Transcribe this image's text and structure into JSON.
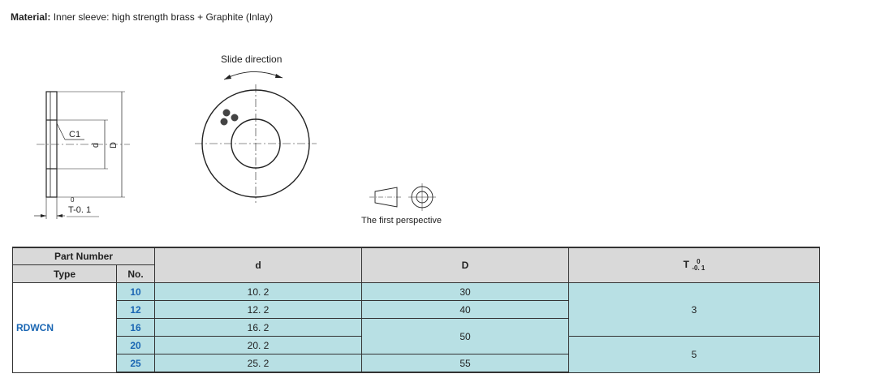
{
  "material": {
    "label": "Material",
    "sep": ":",
    "text": " Inner sleeve: high strength brass + Graphite (Inlay)"
  },
  "drawing": {
    "slide_direction": "Slide direction",
    "first_perspective": "The first perspective",
    "dims": {
      "c1": "C1",
      "d": "d",
      "D": "D",
      "t": "T-0. 1",
      "t_upper": "0"
    }
  },
  "table": {
    "headers": {
      "part_number": "Part Number",
      "type": "Type",
      "no": "No.",
      "d": "d",
      "D": "D",
      "T": "T",
      "T_sup": "0",
      "T_sub": "-0. 1"
    },
    "type_value": "RDWCN",
    "rows": [
      {
        "no": "10",
        "d": "10. 2"
      },
      {
        "no": "12",
        "d": "12. 2"
      },
      {
        "no": "16",
        "d": "16. 2"
      },
      {
        "no": "20",
        "d": "20. 2"
      },
      {
        "no": "25",
        "d": "25. 2"
      }
    ],
    "D_values": [
      "30",
      "40",
      "50",
      "55"
    ],
    "T_values": [
      "3",
      "5"
    ]
  }
}
